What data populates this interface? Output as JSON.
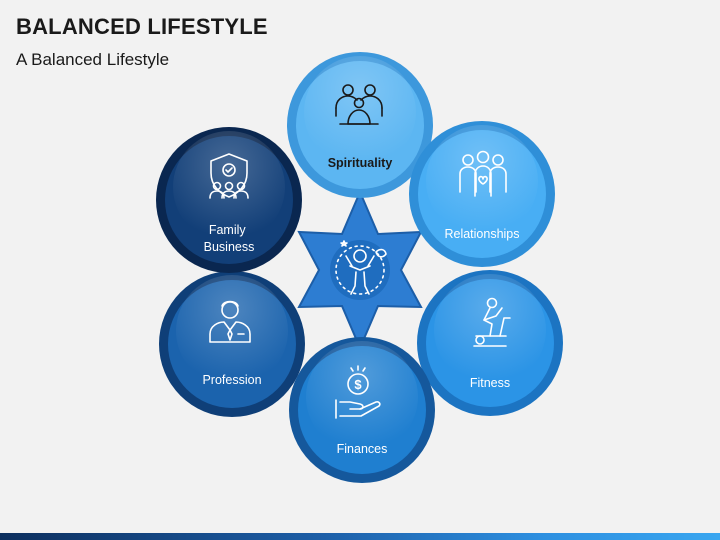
{
  "header": {
    "title": "BALANCED LIFESTYLE",
    "subtitle": "A Balanced Lifestyle"
  },
  "diagram": {
    "center_icon": "person-balance-icon",
    "nodes": [
      {
        "label_lines": [
          "Spirituality"
        ],
        "icon": "family-meditation-icon",
        "fill": "#5cb6f2",
        "ring": "#3d98dc",
        "text_color": "#1a1a1a"
      },
      {
        "label_lines": [
          "Relationships"
        ],
        "icon": "group-hearts-icon",
        "fill": "#48aef4",
        "ring": "#2f8fd8",
        "text_color": "#ffffff"
      },
      {
        "label_lines": [
          "Fitness"
        ],
        "icon": "exercise-bike-icon",
        "fill": "#2b94e6",
        "ring": "#1c74c2",
        "text_color": "#ffffff"
      },
      {
        "label_lines": [
          "Finances"
        ],
        "icon": "money-hand-icon",
        "fill": "#1f7fd0",
        "ring": "#15589c",
        "text_color": "#ffffff"
      },
      {
        "label_lines": [
          "Profession"
        ],
        "icon": "businessman-icon",
        "fill": "#1b63ad",
        "ring": "#0f3f78",
        "text_color": "#ffffff"
      },
      {
        "label_lines": [
          "Family",
          "Business"
        ],
        "icon": "family-shield-icon",
        "fill": "#123f78",
        "ring": "#0a2750",
        "text_color": "#ffffff"
      }
    ],
    "colors": {
      "star_fill": "#2d7dd2",
      "star_stroke": "#1c5ea8",
      "center_fill": "#1f6dbf"
    }
  }
}
